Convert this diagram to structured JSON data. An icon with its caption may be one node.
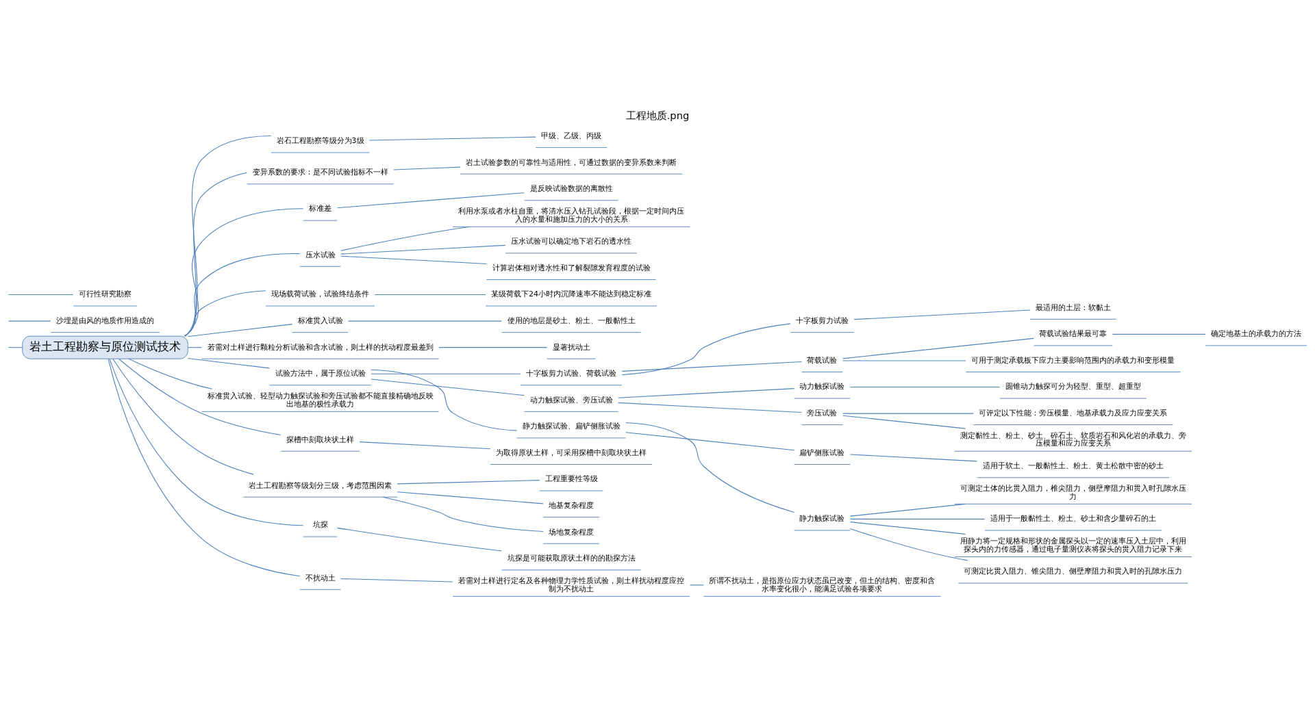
{
  "diagram": {
    "title": "工程地质.png",
    "nodes": [
      {
        "text": [
          "岩土工程勘察与原位测试技术"
        ]
      },
      {
        "text": [
          "沙埋是由风的地质作用造成的"
        ]
      },
      {
        "text": [
          "岩石工程勘察等级分为3级"
        ]
      },
      {
        "text": [
          "甲级、乙级、丙级"
        ]
      },
      {
        "text": [
          "变异系数的要求：是不同试验指标不一样"
        ]
      },
      {
        "text": [
          "岩土试验参数的可靠性与适用性，可通过数据的变异系数来判断"
        ]
      },
      {
        "text": [
          "标准差"
        ]
      },
      {
        "text": [
          "是反映试验数据的离散性"
        ]
      },
      {
        "text": [
          "压水试验"
        ]
      },
      {
        "text": [
          "利用水泵或者水柱自重，将清水压入钻孔试验段，根据一定时间内压入的水量和施加压力的大小的关系"
        ]
      },
      {
        "text": [
          "压水试验可以确定地下岩石的透水性"
        ]
      },
      {
        "text": [
          "计算岩体相对透水性和了解裂隙发育程度的试验"
        ]
      },
      {
        "text": [
          "现场载荷试验，试验终结条件"
        ]
      },
      {
        "text": [
          "某级荷载下24小时内沉降速率不能达到稳定标准"
        ]
      },
      {
        "text": [
          "标准贯入试验"
        ]
      },
      {
        "text": [
          "使用的地层是砂土、粉土、一般黏性土"
        ]
      },
      {
        "text": [
          "若需对土样进行颗粒分析试验和含水试验，则土样的扰动程度最差到"
        ]
      },
      {
        "text": [
          "显著扰动土"
        ]
      },
      {
        "text": [
          "试验方法中，属于原位试验"
        ]
      },
      {
        "text": [
          "十字板剪力试验、荷载试验"
        ]
      },
      {
        "text": [
          "十字板剪力试验"
        ]
      },
      {
        "text": [
          "最适用的土层：软黏土"
        ]
      },
      {
        "text": [
          "荷载试验"
        ]
      },
      {
        "text": [
          "荷载试验结果最可靠"
        ]
      },
      {
        "text": [
          "确定地基土的承载力的方法"
        ]
      },
      {
        "text": [
          "可用于测定承载板下应力主要影响范围内的承载力和变形模量"
        ]
      },
      {
        "text": [
          "动力触探试验、旁压试验"
        ]
      },
      {
        "text": [
          "动力触探试验"
        ]
      },
      {
        "text": [
          "圆锥动力触探可分为轻型、重型、超重型"
        ]
      },
      {
        "text": [
          "旁压试验"
        ]
      },
      {
        "text": [
          "可评定以下性能：旁压模量、地基承载力及应力应变关系"
        ]
      },
      {
        "text": [
          "测定黏性土、粉土、砂土、碎石土、软质岩石和风化岩的承载力、旁压模量和应力应变关系"
        ]
      },
      {
        "text": [
          "静力触探试验、扁铲侧胀试验"
        ]
      },
      {
        "text": [
          "扁铲侧胀试验"
        ]
      },
      {
        "text": [
          "适用于软土、一般黏性土、粉土、黄土松散中密的砂土"
        ]
      },
      {
        "text": [
          "静力触探试验"
        ]
      },
      {
        "text": [
          "可测定土体的比贯入阻力，椎尖阻力，侧壁摩阻力和贯入时孔隙水压力"
        ]
      },
      {
        "text": [
          "适用于一般黏性土、粉土、砂土和含少量碎石的土"
        ]
      },
      {
        "text": [
          "用静力将一定规格和形状的金属探头以一定的速率压入土层中，利用探头内的力传感器，通过电子量测仪表将探头的贯入阻力记录下来"
        ]
      },
      {
        "text": [
          "可测定比贯入阻力、锥尖阻力、侧壁摩阻力和贯入时的孔隙水压力"
        ]
      },
      {
        "text": [
          "标准贯入试验、轻型动力触探试验和旁压试验都不能直接精确地反映出地基的极性承载力"
        ]
      },
      {
        "text": [
          "探槽中刻取块状土样"
        ]
      },
      {
        "text": [
          "为取得原状土样，可采用探槽中刻取块状土样"
        ]
      },
      {
        "text": [
          "岩土工程勘察等级划分三级，考虑范围因素"
        ]
      },
      {
        "text": [
          "工程重要性等级"
        ]
      },
      {
        "text": [
          "地基复杂程度"
        ]
      },
      {
        "text": [
          "场地复杂程度"
        ]
      },
      {
        "text": [
          "坑探"
        ]
      },
      {
        "text": [
          "坑探是可能获取原状土样的的勘探方法"
        ]
      },
      {
        "text": [
          "不扰动土"
        ]
      },
      {
        "text": [
          "若需对土样进行定名及各种物理力学性质试验，则土样扰动程度应控制为不扰动土"
        ]
      },
      {
        "text": [
          "所谓不扰动土，是指原位应力状态虽已改变，但土的结构、密度和含水率变化很小，能满足试验各项要求"
        ]
      },
      {
        "text": [
          "可行性研究勘察"
        ]
      }
    ],
    "edges": [
      {
        "from": null,
        "to": 0,
        "arrow": "none"
      },
      {
        "from": null,
        "to": 1,
        "arrow": "none"
      },
      {
        "from": 0,
        "to": 2,
        "arrow": "none"
      },
      {
        "from": 2,
        "to": 3,
        "arrow": "none"
      },
      {
        "from": 0,
        "to": 4,
        "arrow": "none"
      },
      {
        "from": 4,
        "to": 5,
        "arrow": "none"
      },
      {
        "from": 0,
        "to": 6,
        "arrow": "none"
      },
      {
        "from": 6,
        "to": 7,
        "arrow": "none"
      },
      {
        "from": 0,
        "to": 8,
        "arrow": "none"
      },
      {
        "from": 8,
        "to": 9,
        "arrow": "none"
      },
      {
        "from": 8,
        "to": 10,
        "arrow": "none"
      },
      {
        "from": 8,
        "to": 11,
        "arrow": "none"
      },
      {
        "from": 0,
        "to": 12,
        "arrow": "none"
      },
      {
        "from": 12,
        "to": 13,
        "arrow": "none"
      },
      {
        "from": 0,
        "to": 14,
        "arrow": "none"
      },
      {
        "from": 14,
        "to": 15,
        "arrow": "none"
      },
      {
        "from": 0,
        "to": 16,
        "arrow": "none"
      },
      {
        "from": 16,
        "to": 17,
        "arrow": "none"
      },
      {
        "from": 0,
        "to": 18,
        "arrow": "none"
      },
      {
        "from": 18,
        "to": 19,
        "arrow": "none"
      },
      {
        "from": 19,
        "to": 20,
        "arrow": "none"
      },
      {
        "from": 20,
        "to": 21,
        "arrow": "none"
      },
      {
        "from": 19,
        "to": 22,
        "arrow": "none"
      },
      {
        "from": 22,
        "to": 23,
        "arrow": "none"
      },
      {
        "from": 23,
        "to": 24,
        "arrow": "none"
      },
      {
        "from": 22,
        "to": 25,
        "arrow": "none"
      },
      {
        "from": 18,
        "to": 26,
        "arrow": "none"
      },
      {
        "from": 26,
        "to": 27,
        "arrow": "none"
      },
      {
        "from": 27,
        "to": 28,
        "arrow": "none"
      },
      {
        "from": 26,
        "to": 29,
        "arrow": "none"
      },
      {
        "from": 29,
        "to": 30,
        "arrow": "none"
      },
      {
        "from": 29,
        "to": 31,
        "arrow": "none"
      },
      {
        "from": 18,
        "to": 32,
        "arrow": "none"
      },
      {
        "from": 32,
        "to": 33,
        "arrow": "none"
      },
      {
        "from": 33,
        "to": 34,
        "arrow": "none"
      },
      {
        "from": 32,
        "to": 35,
        "arrow": "none"
      },
      {
        "from": 35,
        "to": 36,
        "arrow": "none"
      },
      {
        "from": 35,
        "to": 37,
        "arrow": "none"
      },
      {
        "from": 35,
        "to": 38,
        "arrow": "none"
      },
      {
        "from": 35,
        "to": 39,
        "arrow": "none"
      },
      {
        "from": 0,
        "to": 40,
        "arrow": "none"
      },
      {
        "from": 0,
        "to": 41,
        "arrow": "none"
      },
      {
        "from": 41,
        "to": 42,
        "arrow": "none"
      },
      {
        "from": 0,
        "to": 43,
        "arrow": "none"
      },
      {
        "from": 43,
        "to": 44,
        "arrow": "none"
      },
      {
        "from": 43,
        "to": 45,
        "arrow": "none"
      },
      {
        "from": 43,
        "to": 46,
        "arrow": "none"
      },
      {
        "from": 0,
        "to": 47,
        "arrow": "none"
      },
      {
        "from": 47,
        "to": 48,
        "arrow": "none"
      },
      {
        "from": 0,
        "to": 49,
        "arrow": "none"
      },
      {
        "from": 49,
        "to": 50,
        "arrow": "none"
      },
      {
        "from": 50,
        "to": 51,
        "arrow": "none"
      },
      {
        "from": null,
        "to": 52,
        "arrow": "none"
      }
    ]
  }
}
